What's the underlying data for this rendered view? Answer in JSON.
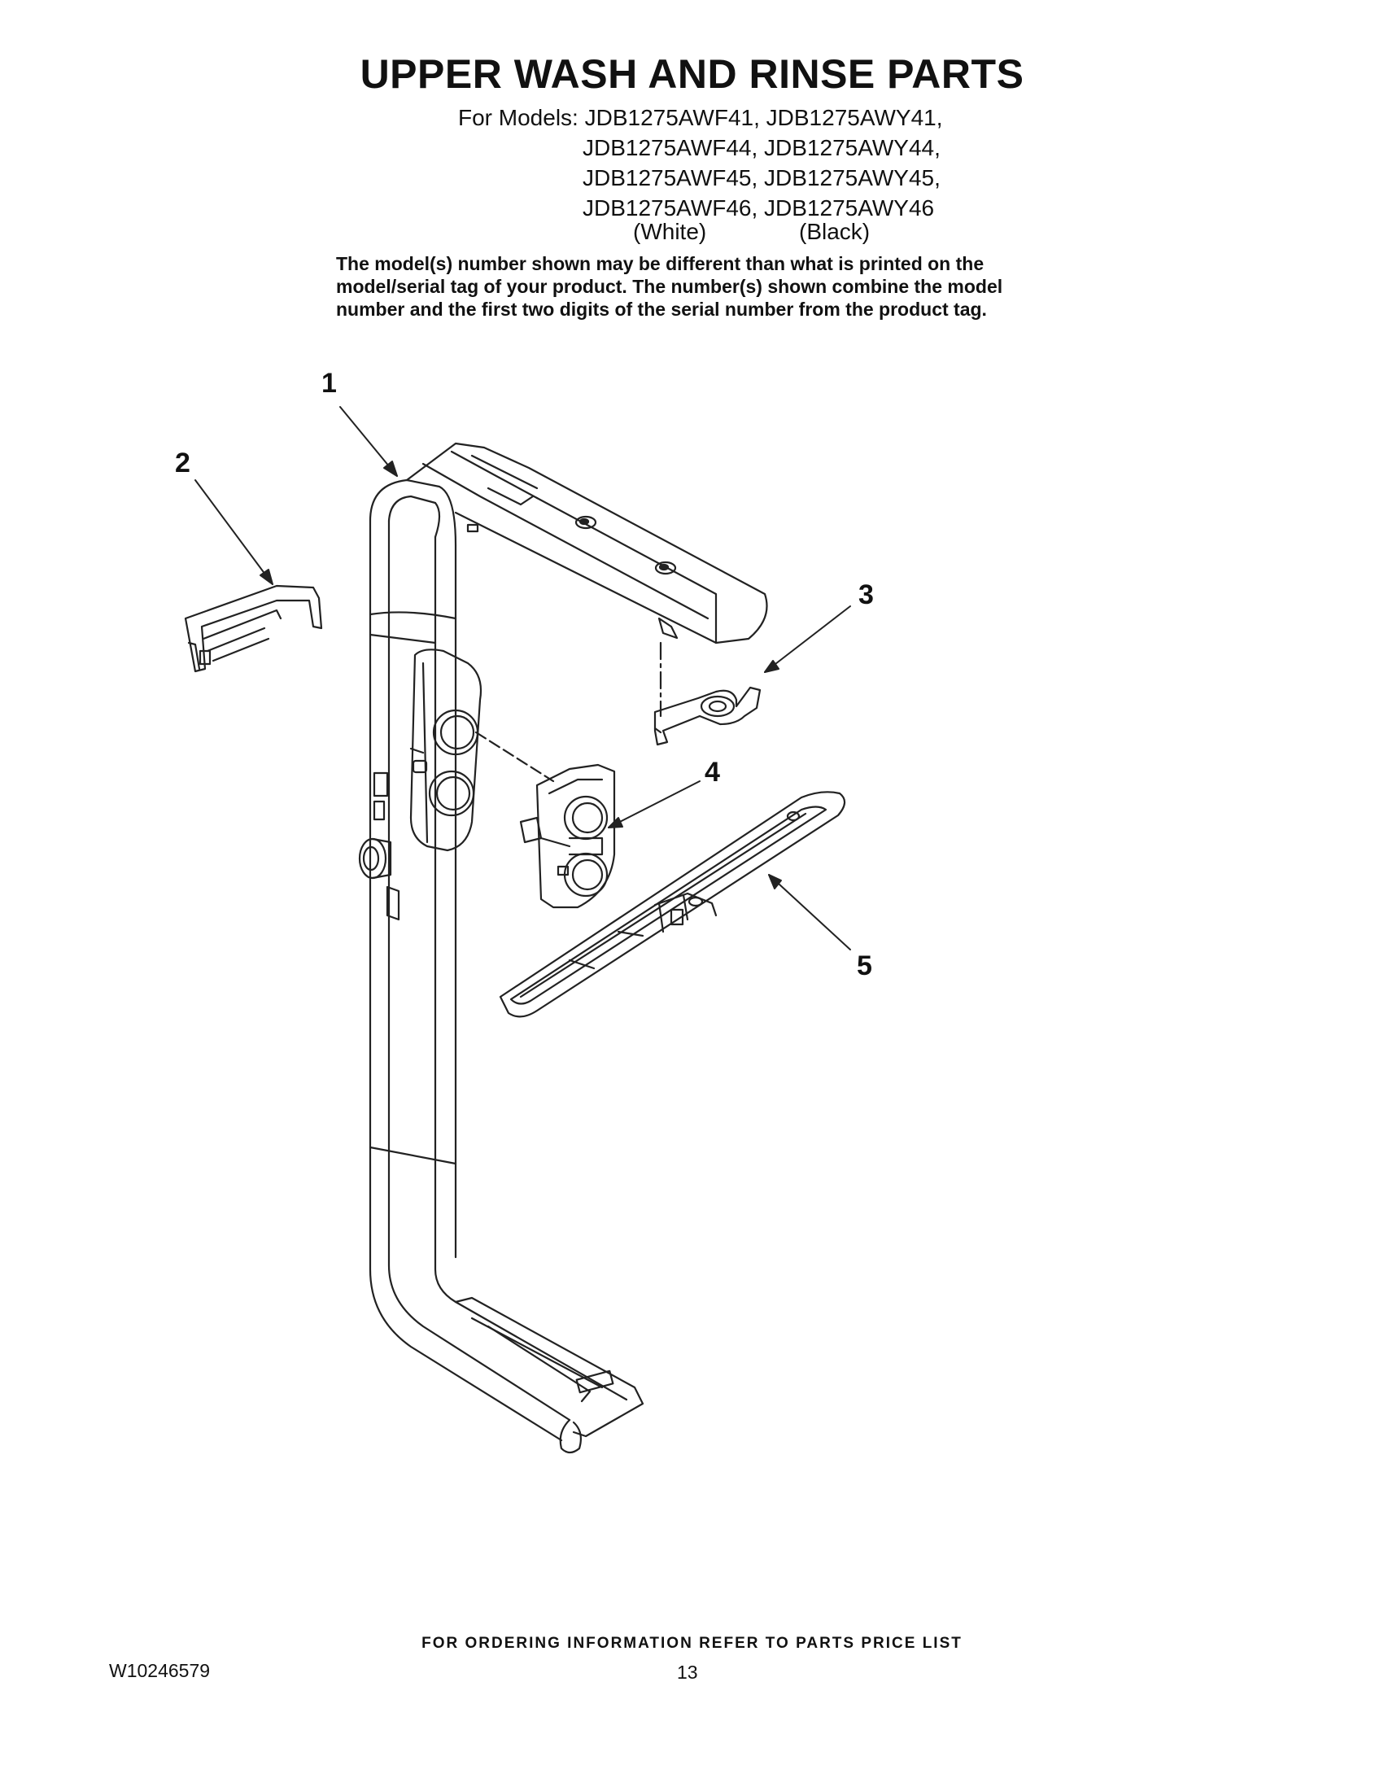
{
  "title": "UPPER WASH AND RINSE PARTS",
  "models": {
    "row1": "For Models: JDB1275AWF41, JDB1275AWY41,",
    "row2": "JDB1275AWF44, JDB1275AWY44,",
    "row3": "JDB1275AWF45, JDB1275AWY45,",
    "row4": "JDB1275AWF46, JDB1275AWY46",
    "color_white": "(White)",
    "color_black": "(Black)"
  },
  "note": {
    "line1": "The model(s) number shown may be different than what is printed on the",
    "line2": "model/serial tag of your product. The number(s) shown combine the model",
    "line3": "number and the first two digits of the serial number from the product tag."
  },
  "callouts": {
    "c1": "1",
    "c2": "2",
    "c3": "3",
    "c4": "4",
    "c5": "5"
  },
  "footer": {
    "ordering": "FOR ORDERING INFORMATION REFER TO PARTS PRICE LIST",
    "doc_number": "W10246579",
    "page_number": "13"
  }
}
